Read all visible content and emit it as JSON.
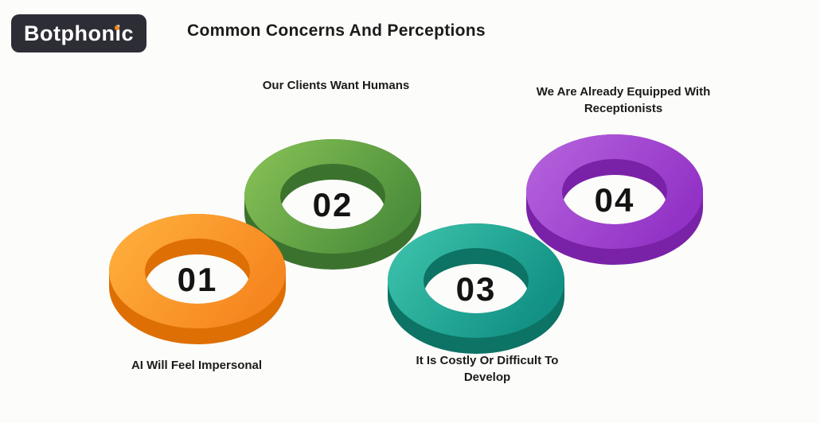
{
  "title": "Common Concerns And Perceptions",
  "logo": {
    "text": "Botphonic",
    "background": "#2D2D35",
    "dot_color": "#F6861F"
  },
  "background_color": "#FCFCFA",
  "text_color": "#1B1B1B",
  "rings": [
    {
      "number": "01",
      "label": "AI Will Feel Impersonal",
      "color_light": "#FFB23F",
      "color_base": "#F6861F",
      "color_depth": "#DE6F05",
      "label_position": "below"
    },
    {
      "number": "02",
      "label": "Our Clients Want Humans",
      "color_light": "#8AC457",
      "color_base": "#4C8E3B",
      "color_depth": "#3B732E",
      "label_position": "above"
    },
    {
      "number": "03",
      "label": "It Is Costly Or Difficult To Develop",
      "color_light": "#3FC6AE",
      "color_base": "#129184",
      "color_depth": "#0C7365",
      "label_position": "below"
    },
    {
      "number": "04",
      "label": "We Are Already Equipped With Receptionists",
      "color_light": "#B766DE",
      "color_base": "#9232C6",
      "color_depth": "#7A22A7",
      "label_position": "above"
    }
  ]
}
